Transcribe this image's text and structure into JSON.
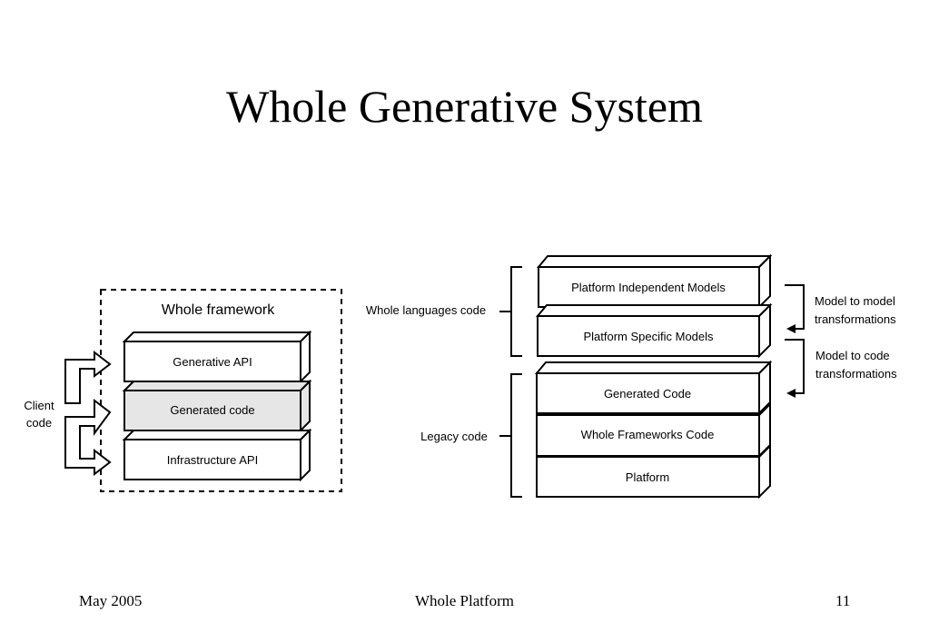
{
  "slide": {
    "title": "Whole Generative System"
  },
  "left_diagram": {
    "container_label": "Whole framework",
    "side_label_lines": [
      "Client",
      "code"
    ],
    "layers": [
      "Generative API",
      "Generated code",
      "Infrastructure API"
    ]
  },
  "right_diagram": {
    "bracket_labels": {
      "languages": "Whole languages code",
      "legacy": "Legacy code"
    },
    "layers": [
      "Platform Independent Models",
      "Platform Specific Models",
      "Generated Code",
      "Whole Frameworks Code",
      "Platform"
    ],
    "transformations": {
      "model_to_model": [
        "Model to model",
        "transformations"
      ],
      "model_to_code": [
        "Model to code",
        "transformations"
      ]
    }
  },
  "footer": {
    "date": "May 2005",
    "product": "Whole Platform",
    "page": "11"
  },
  "colors": {
    "highlight_fill": "#e6e6e6",
    "line": "#000000",
    "background": "#ffffff"
  }
}
